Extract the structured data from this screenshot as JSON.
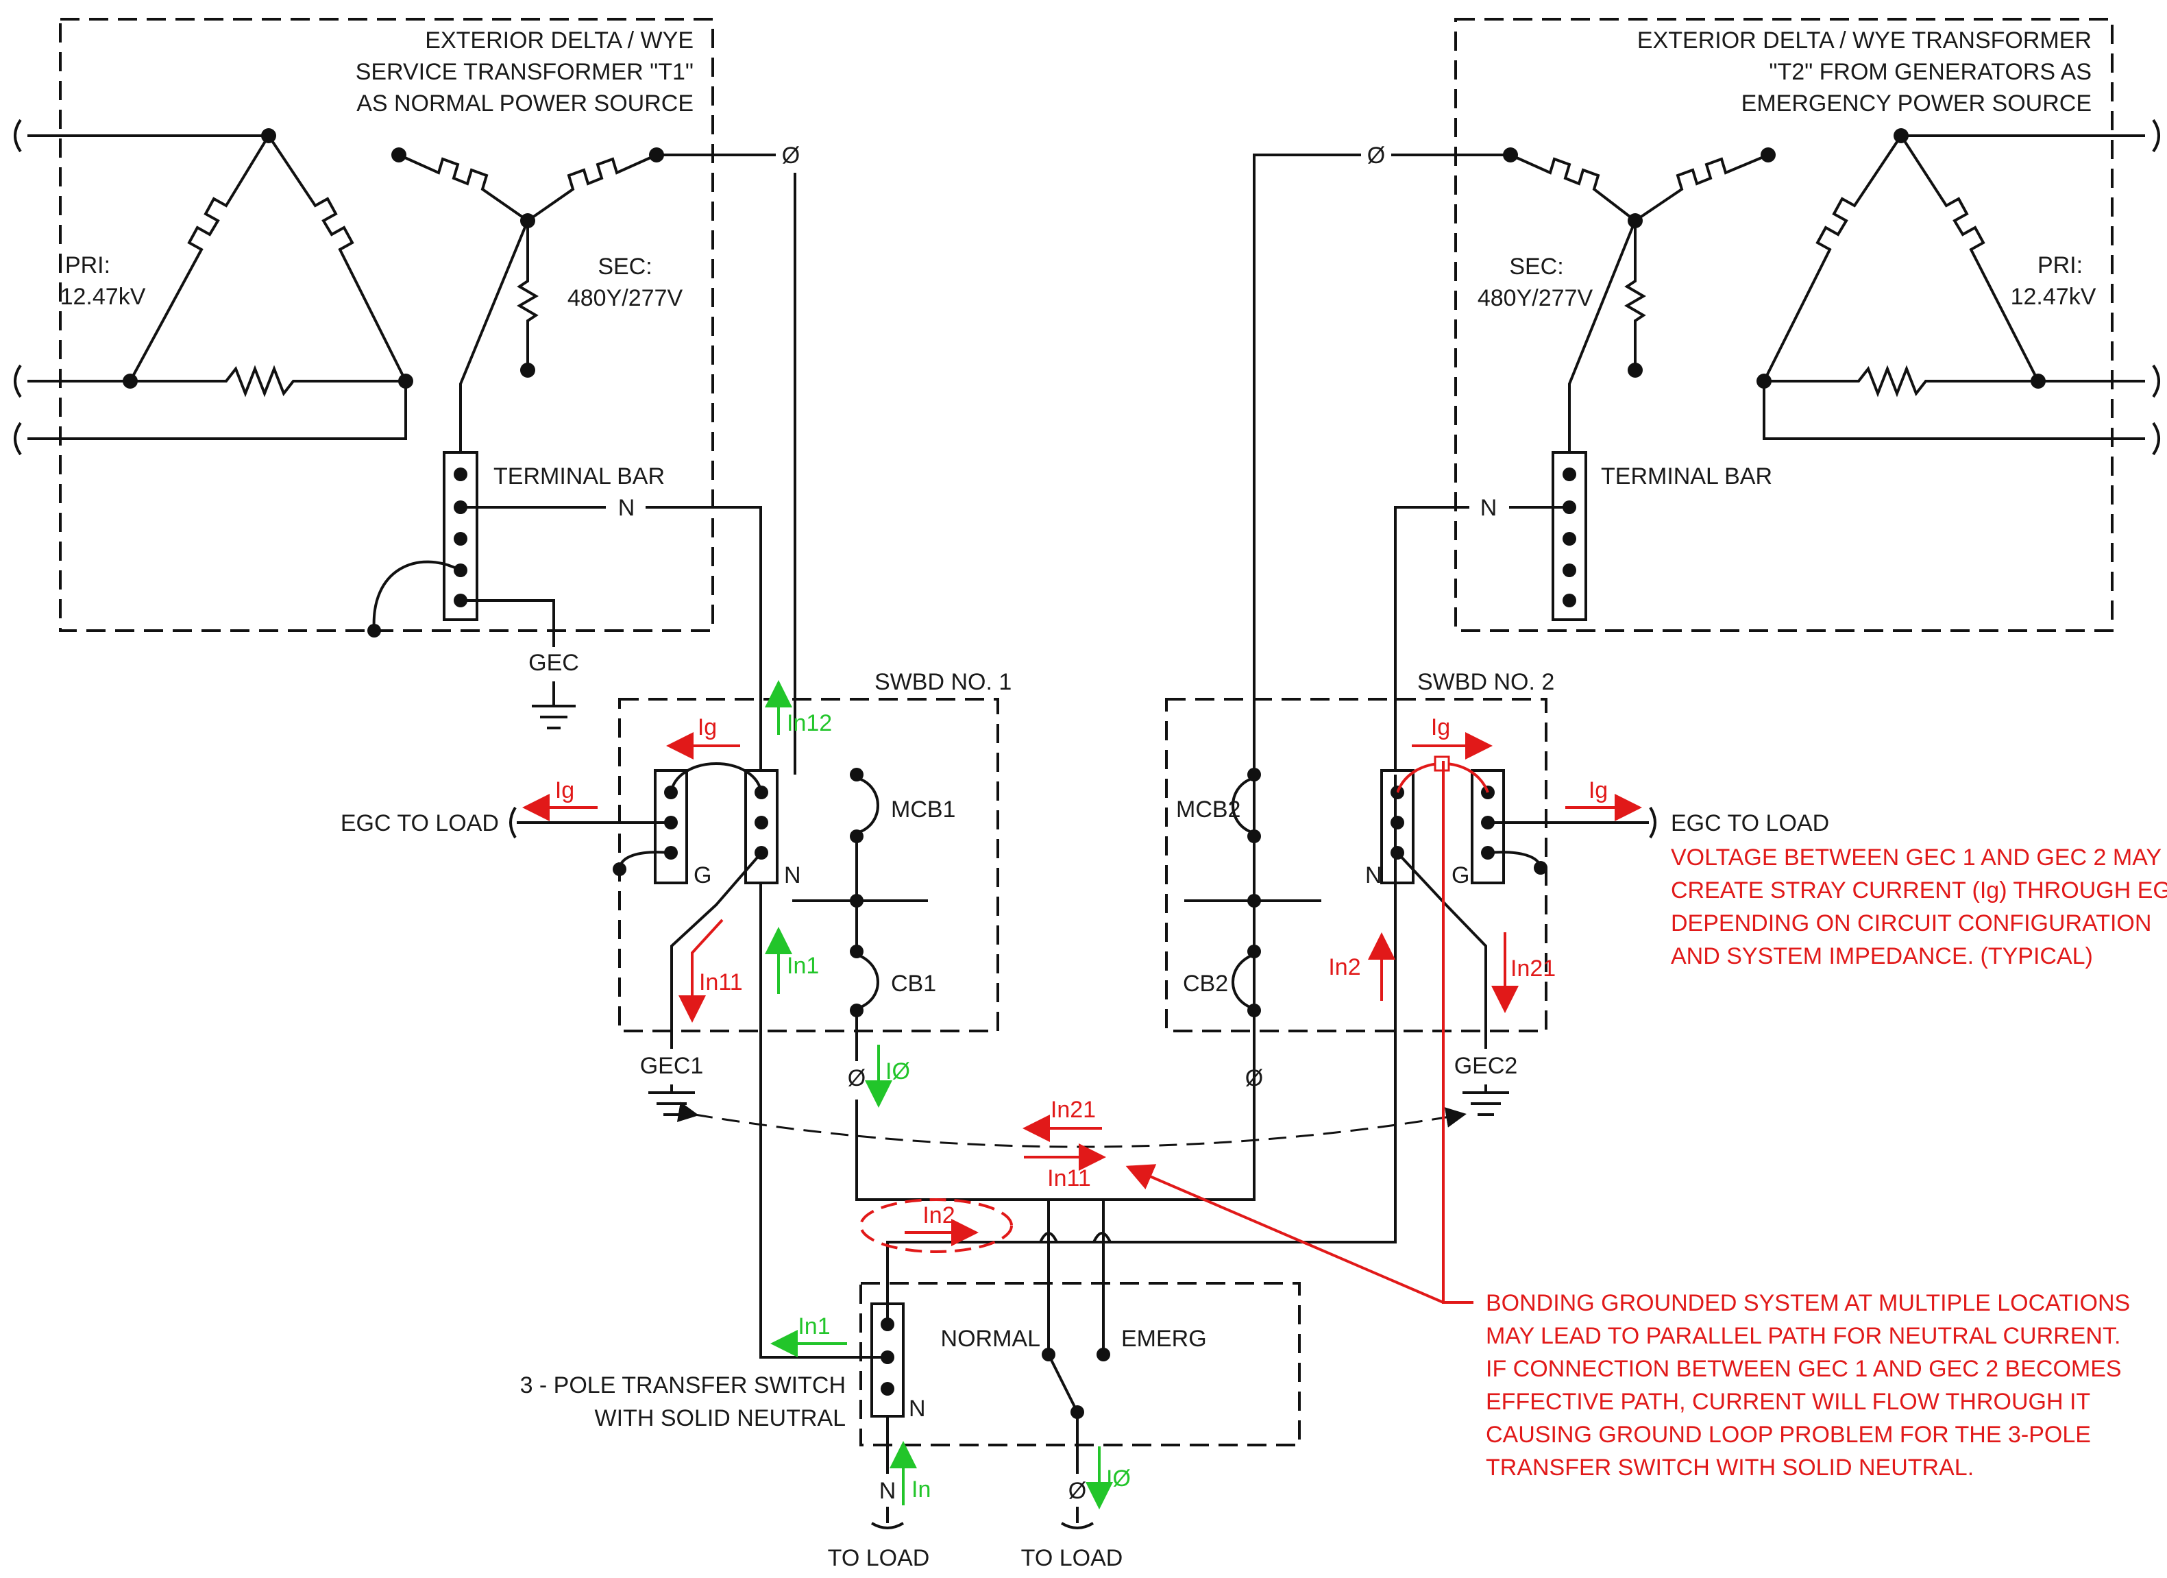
{
  "t1": {
    "title_line1": "EXTERIOR DELTA / WYE",
    "title_line2": "SERVICE TRANSFORMER \"T1\"",
    "title_line3": "AS NORMAL POWER SOURCE",
    "pri_label": "PRI:",
    "pri_value": "12.47kV",
    "sec_label": "SEC:",
    "sec_value": "480Y/277V",
    "terminal_bar": "TERMINAL BAR",
    "neutral": "N",
    "phase": "Ø",
    "gec": "GEC"
  },
  "t2": {
    "title_line1": "EXTERIOR DELTA / WYE TRANSFORMER",
    "title_line2": "\"T2\" FROM GENERATORS AS",
    "title_line3": "EMERGENCY POWER SOURCE",
    "pri_label": "PRI:",
    "pri_value": "12.47kV",
    "sec_label": "SEC:",
    "sec_value": "480Y/277V",
    "terminal_bar": "TERMINAL BAR",
    "neutral": "N",
    "phase": "Ø"
  },
  "swbd1": {
    "title": "SWBD NO. 1",
    "egc_to_load": "EGC TO LOAD",
    "ig": "Ig",
    "ig2": "Ig",
    "g": "G",
    "n": "N",
    "mcb": "MCB1",
    "cb": "CB1",
    "in12": "In12",
    "in11": "In11",
    "in1": "In1",
    "iphase": "IØ",
    "phase": "Ø",
    "gec": "GEC1"
  },
  "swbd2": {
    "title": "SWBD NO. 2",
    "egc_to_load": "EGC TO LOAD",
    "ig": "Ig",
    "ig2": "Ig",
    "g": "G",
    "n": "N",
    "mcb": "MCB2",
    "cb": "CB2",
    "in2": "In2",
    "in21": "In21",
    "phase": "Ø",
    "gec": "GEC2"
  },
  "loop": {
    "in21": "In21",
    "in11": "In11",
    "in2": "In2"
  },
  "ats": {
    "label_line1": "3 - POLE  TRANSFER SWITCH",
    "label_line2": "WITH SOLID NEUTRAL",
    "normal": "NORMAL",
    "emerg": "EMERG",
    "in1": "In1",
    "n": "N",
    "n_out": "N",
    "in": "In",
    "phase_out": "Ø",
    "iphase": "IØ",
    "to_load_left": "TO LOAD",
    "to_load_right": "TO LOAD"
  },
  "notes": {
    "voltage": [
      "VOLTAGE BETWEEN GEC 1 AND GEC 2 MAY",
      "CREATE STRAY CURRENT (Ig) THROUGH EGC",
      "DEPENDING ON CIRCUIT CONFIGURATION",
      "AND SYSTEM IMPEDANCE. (TYPICAL)"
    ],
    "bonding": [
      "BONDING GROUNDED SYSTEM AT MULTIPLE LOCATIONS",
      "MAY LEAD TO PARALLEL PATH FOR NEUTRAL CURRENT.",
      "IF CONNECTION BETWEEN GEC 1 AND GEC 2  BECOMES",
      "EFFECTIVE PATH, CURRENT WILL FLOW THROUGH IT",
      "CAUSING GROUND LOOP PROBLEM FOR THE 3-POLE",
      "TRANSFER SWITCH WITH SOLID NEUTRAL."
    ]
  },
  "colors": {
    "wire": "#111111",
    "current_red": "#e11919",
    "current_green": "#22c52a"
  }
}
